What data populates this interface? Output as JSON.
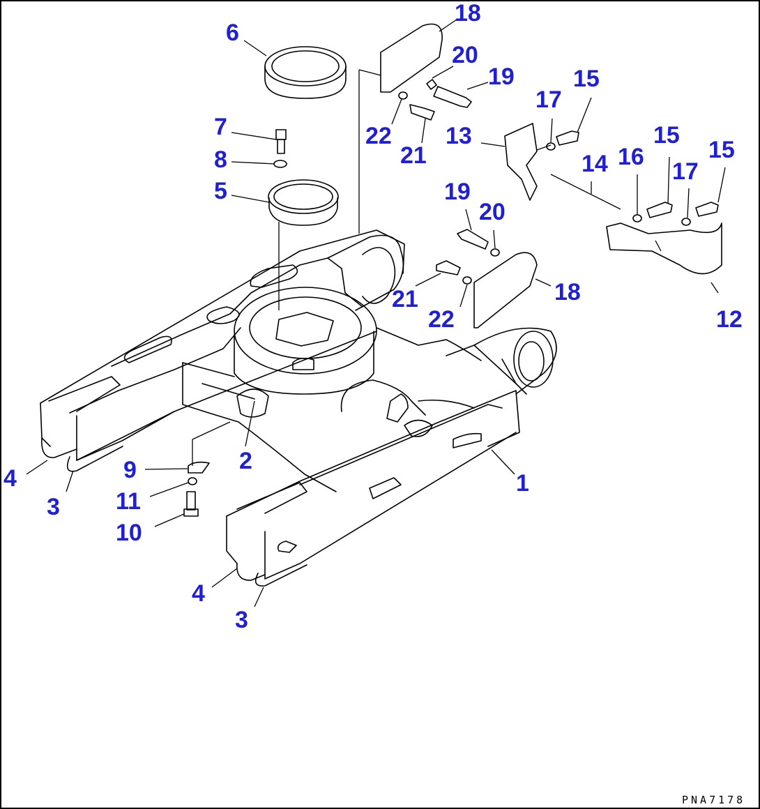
{
  "drawing": {
    "code": "PNA7178",
    "callout_color": "#1f1fd8",
    "line_color": "#000000",
    "parts": [
      {
        "id": "p1",
        "label": "1"
      },
      {
        "id": "p2",
        "label": "2"
      },
      {
        "id": "p3a",
        "label": "3"
      },
      {
        "id": "p3b",
        "label": "3"
      },
      {
        "id": "p4a",
        "label": "4"
      },
      {
        "id": "p4b",
        "label": "4"
      },
      {
        "id": "p5",
        "label": "5"
      },
      {
        "id": "p6",
        "label": "6"
      },
      {
        "id": "p7",
        "label": "7"
      },
      {
        "id": "p8",
        "label": "8"
      },
      {
        "id": "p9",
        "label": "9"
      },
      {
        "id": "p10",
        "label": "10"
      },
      {
        "id": "p11",
        "label": "11"
      },
      {
        "id": "p12",
        "label": "12"
      },
      {
        "id": "p13",
        "label": "13"
      },
      {
        "id": "p14",
        "label": "14"
      },
      {
        "id": "p15a",
        "label": "15"
      },
      {
        "id": "p15b",
        "label": "15"
      },
      {
        "id": "p15c",
        "label": "15"
      },
      {
        "id": "p16",
        "label": "16"
      },
      {
        "id": "p17a",
        "label": "17"
      },
      {
        "id": "p17b",
        "label": "17"
      },
      {
        "id": "p18a",
        "label": "18"
      },
      {
        "id": "p18b",
        "label": "18"
      },
      {
        "id": "p19a",
        "label": "19"
      },
      {
        "id": "p19b",
        "label": "19"
      },
      {
        "id": "p20a",
        "label": "20"
      },
      {
        "id": "p20b",
        "label": "20"
      },
      {
        "id": "p21a",
        "label": "21"
      },
      {
        "id": "p21b",
        "label": "21"
      },
      {
        "id": "p22a",
        "label": "22"
      },
      {
        "id": "p22b",
        "label": "22"
      }
    ]
  }
}
